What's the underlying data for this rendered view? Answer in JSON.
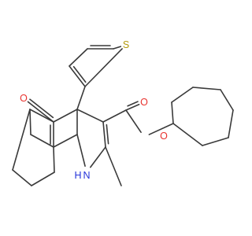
{
  "molecule": {
    "atoms": {
      "carbonyl_oxygen": {
        "text": "O",
        "color": "#e8322e"
      },
      "thiophene_sulfur": {
        "text": "S",
        "color": "#b39a0c"
      },
      "ester_oxygen": {
        "text": "O",
        "color": "#e8322e"
      },
      "ester_ring_oxygen": {
        "text": "O",
        "color": "#e8322e"
      },
      "amine_nitrogen": {
        "text": "N",
        "color": "#2433d9"
      },
      "amine_hydrogen": {
        "text": "H",
        "color": "#2433d9"
      }
    },
    "bond_color": "#3a3a3a"
  }
}
